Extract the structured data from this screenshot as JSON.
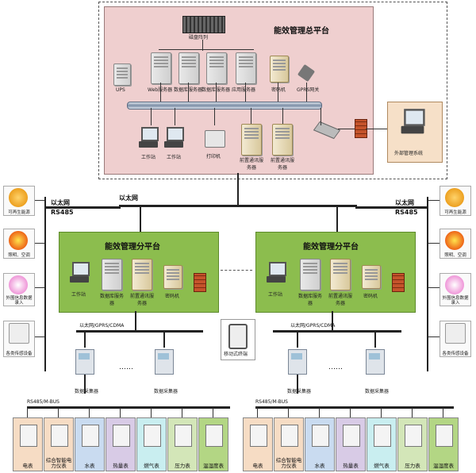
{
  "main_platform": {
    "title": "能效管理总平台",
    "ups_label": "UPS",
    "storage_label": "磁盘阵列",
    "servers": [
      "Web服务器",
      "数据库服务器",
      "数据库服务器",
      "应用服务器"
    ],
    "encryptor_label": "密码机",
    "gprs_label": "GPRS网关",
    "workstations": [
      "工作站",
      "工作站"
    ],
    "printer_label": "打印机",
    "comm_servers": [
      "前置通讯服务器",
      "前置通讯服务器"
    ],
    "external_system": "外部管理系统"
  },
  "network": {
    "top_label": "以太网",
    "left_label": [
      "以太网",
      "RS485"
    ],
    "right_label": [
      "以太网",
      "RS485"
    ],
    "sub_net_label": "以太网/GPRS/CDMA",
    "bus_label": "RS485/M-BUS",
    "ellipsis": "……"
  },
  "sub_platform": {
    "title": "能效管理分平台",
    "devices": [
      "工作站",
      "数据库服务器",
      "前置通讯服务器",
      "密码机"
    ],
    "collector_label": "数据采集器"
  },
  "mobile_terminal": "移动式终端",
  "side_devices": [
    "可再生能源",
    "照明、空调",
    "外围信息数据录入",
    "各类传感设备"
  ],
  "meters": [
    "电表",
    "综合智能电力仪表",
    "水表",
    "热量表",
    "燃气表",
    "压力表",
    "温湿度表"
  ],
  "colors": {
    "main_bg": "#efcfcf",
    "sub_bg": "#8cbd4e",
    "ext_bg": "#f6e0c8",
    "meter_colors": [
      "#f6dcc4",
      "#f6dcc4",
      "#c9dbf0",
      "#d8cbe6",
      "#c9eef0",
      "#d3e6b8",
      "#b3d684"
    ]
  }
}
